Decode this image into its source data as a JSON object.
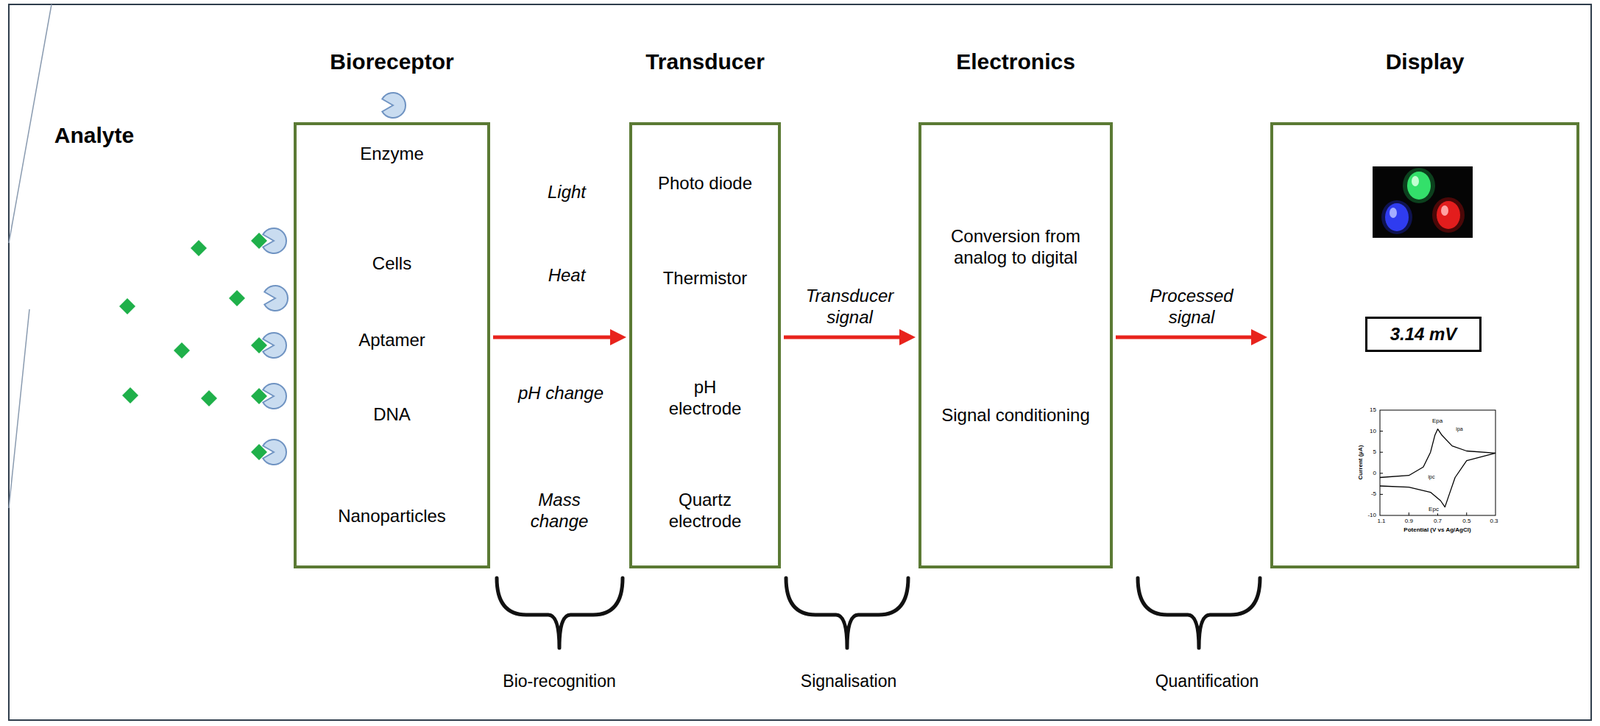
{
  "diagram": {
    "nodes": [
      {
        "text": [
          "Bioreceptor",
          "Enzyme",
          "Cells",
          "Aptamer",
          "DNA",
          "Nanoparticles"
        ]
      },
      {
        "text": [
          "Transducer",
          "Photo diode",
          "Thermistor",
          "pH electrode",
          "Quartz electrode"
        ]
      },
      {
        "text": [
          "Electronics",
          "Conversion from analog to digital",
          "Signal conditioning"
        ]
      },
      {
        "text": [
          "Display"
        ]
      },
      {
        "text": [
          "3.14 mV"
        ],
        "in": 3
      }
    ],
    "edges": [
      {
        "from": 0,
        "to": 1,
        "arrow": "to"
      },
      {
        "from": 1,
        "to": 2,
        "label": "Transducer signal",
        "arrow": "to"
      },
      {
        "from": 2,
        "to": 3,
        "label": "Processed signal",
        "arrow": "to"
      }
    ],
    "labels": [
      "Analyte",
      "Light",
      "Heat",
      "pH change",
      "Mass change",
      "Bio-recognition",
      "Signalisation",
      "Quantification",
      "15",
      "10",
      "5",
      "0",
      "-5",
      "-10",
      "1.1",
      "0.9",
      "0.7",
      "0.5",
      "0.3",
      "Current (µA)",
      "Potential (V vs Ag/AgCl)",
      "Epa",
      "ipa",
      "ipc",
      "Epc"
    ]
  }
}
